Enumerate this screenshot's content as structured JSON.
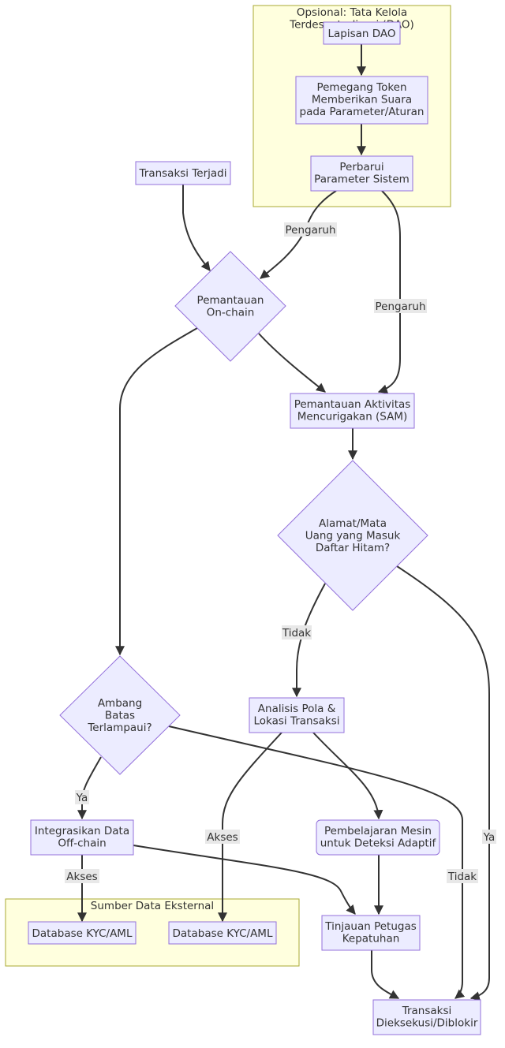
{
  "clusters": {
    "dao": "Opsional: Tata Kelola Terdesentralisasi (DAO)",
    "external": "Sumber Data Eksternal"
  },
  "nodes": {
    "dao_layer": "Lapisan DAO",
    "token_holders": [
      "Pemegang Token",
      "Memberikan Suara",
      "pada Parameter/Aturan"
    ],
    "update_params": [
      "Perbarui",
      "Parameter Sistem"
    ],
    "tx_occurs": "Transaksi Terjadi",
    "onchain": [
      "Pemantauan",
      "On-chain"
    ],
    "sam": [
      "Pemantauan Aktivitas",
      "Mencurigakan (SAM)"
    ],
    "blacklist": [
      "Alamat/Mata",
      "Uang yang Masuk",
      "Daftar Hitam?"
    ],
    "threshold": [
      "Ambang",
      "Batas",
      "Terlampaui?"
    ],
    "pattern": [
      "Analisis Pola &",
      "Lokasi Transaksi"
    ],
    "offchain": [
      "Integrasikan Data",
      "Off-chain"
    ],
    "ml": [
      "Pembelajaran Mesin",
      "untuk Deteksi Adaptif"
    ],
    "kyc1": "Database KYC/AML",
    "kyc2": "Database KYC/AML",
    "review": [
      "Tinjauan Petugas",
      "Kepatuhan"
    ],
    "result": [
      "Transaksi",
      "Dieksekusi/Diblokir"
    ]
  },
  "edge_labels": {
    "influence_1": "Pengaruh",
    "influence_2": "Pengaruh",
    "no_blacklist": "Tidak",
    "yes_blacklist": "Ya",
    "yes_threshold": "Ya",
    "no_threshold": "Tidak",
    "access_1": "Akses",
    "access_2": "Akses"
  },
  "colors": {
    "node_fill": "#ECECFF",
    "node_stroke": "#9370DB",
    "cluster_fill": "#FFFFDE",
    "cluster_stroke": "#AAAA33",
    "edge": "#333333",
    "edge_label_bg": "#E8E8E8"
  }
}
